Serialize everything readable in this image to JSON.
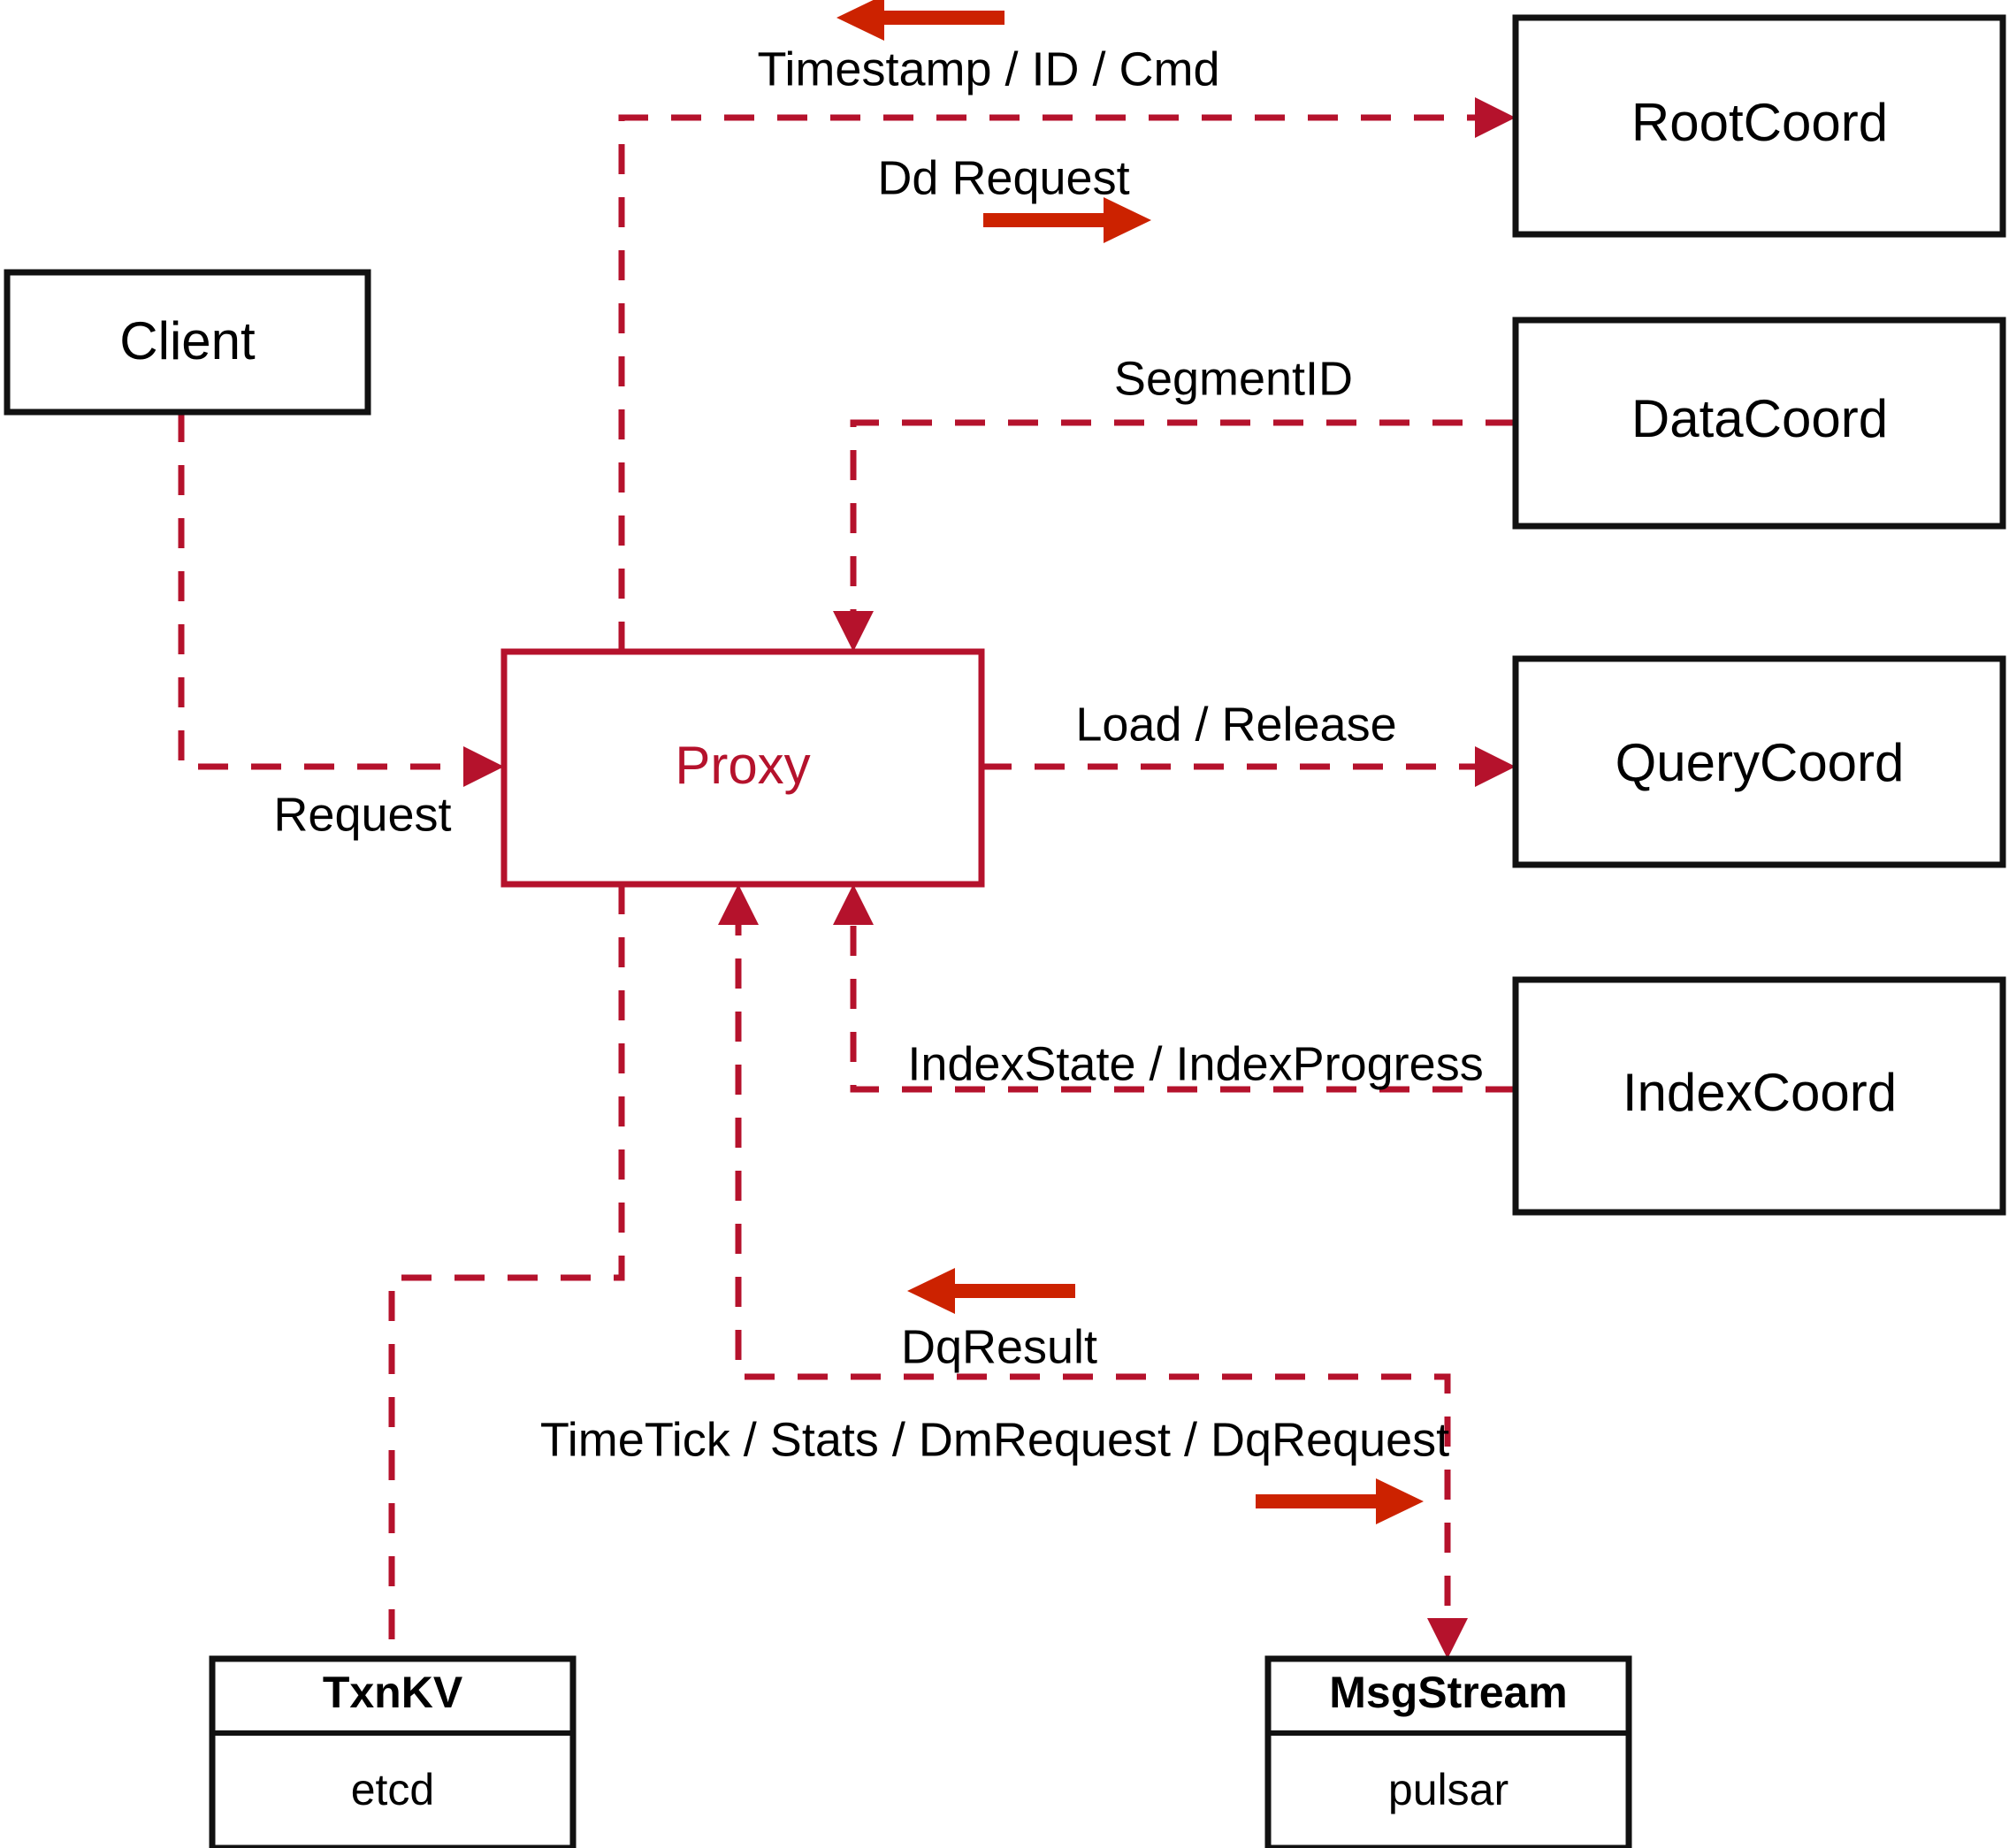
{
  "diagram": {
    "title": "Proxy component interaction diagram",
    "colors": {
      "edge_red": "#b5122c",
      "flow_arrow_red": "#cc2200",
      "node_stroke": "#111111",
      "background": "#ffffff"
    },
    "nodes": [
      {
        "id": "client",
        "label": "Client",
        "style": "plain"
      },
      {
        "id": "proxy",
        "label": "Proxy",
        "style": "accent"
      },
      {
        "id": "rootcoord",
        "label": "RootCoord",
        "style": "plain"
      },
      {
        "id": "datacoord",
        "label": "DataCoord",
        "style": "plain"
      },
      {
        "id": "querycoord",
        "label": "QueryCoord",
        "style": "plain"
      },
      {
        "id": "indexcoord",
        "label": "IndexCoord",
        "style": "plain"
      },
      {
        "id": "txnkv",
        "label": "TxnKV",
        "sub": "etcd",
        "style": "stacked"
      },
      {
        "id": "msgstream",
        "label": "MsgStream",
        "sub": "pulsar",
        "style": "stacked"
      }
    ],
    "edge_labels": [
      {
        "id": "timestamp-id-cmd",
        "text": "Timestamp / ID / Cmd"
      },
      {
        "id": "dd-request",
        "text": "Dd Request"
      },
      {
        "id": "segmentid",
        "text": "SegmentID"
      },
      {
        "id": "request",
        "text": "Request"
      },
      {
        "id": "load-release",
        "text": "Load / Release"
      },
      {
        "id": "index-state",
        "text": "IndexState / IndexProgress"
      },
      {
        "id": "dq-result",
        "text": "DqResult"
      },
      {
        "id": "timetick-stats",
        "text": "TimeTick / Stats / DmRequest / DqRequest"
      }
    ]
  }
}
